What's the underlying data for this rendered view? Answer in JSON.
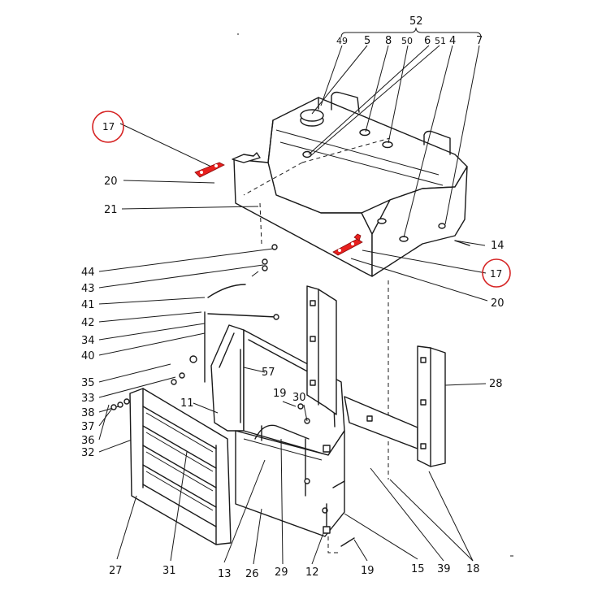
{
  "labels": {
    "l52": "52",
    "l49": "49",
    "l5": "5",
    "l8": "8",
    "l50": "50",
    "l6": "6",
    "l51": "51",
    "l4": "4",
    "l7": "7",
    "l17a": "17",
    "l20a": "20",
    "l21": "21",
    "l14": "14",
    "l17b": "17",
    "l20b": "20",
    "l44": "44",
    "l43": "43",
    "l41": "41",
    "l42": "42",
    "l34": "34",
    "l40": "40",
    "l35": "35",
    "l33": "33",
    "l38": "38",
    "l37": "37",
    "l36": "36",
    "l32": "32",
    "l11": "11",
    "l57": "57",
    "l19a": "19",
    "l30": "30",
    "l28": "28",
    "l27": "27",
    "l31": "31",
    "l13": "13",
    "l26": "26",
    "l29": "29",
    "l12": "12",
    "l19b": "19",
    "l15": "15",
    "l39": "39",
    "l18": "18"
  },
  "colors": {
    "highlight": "#e8201e",
    "circle": "#d62424",
    "ink": "#1a1a1a"
  }
}
